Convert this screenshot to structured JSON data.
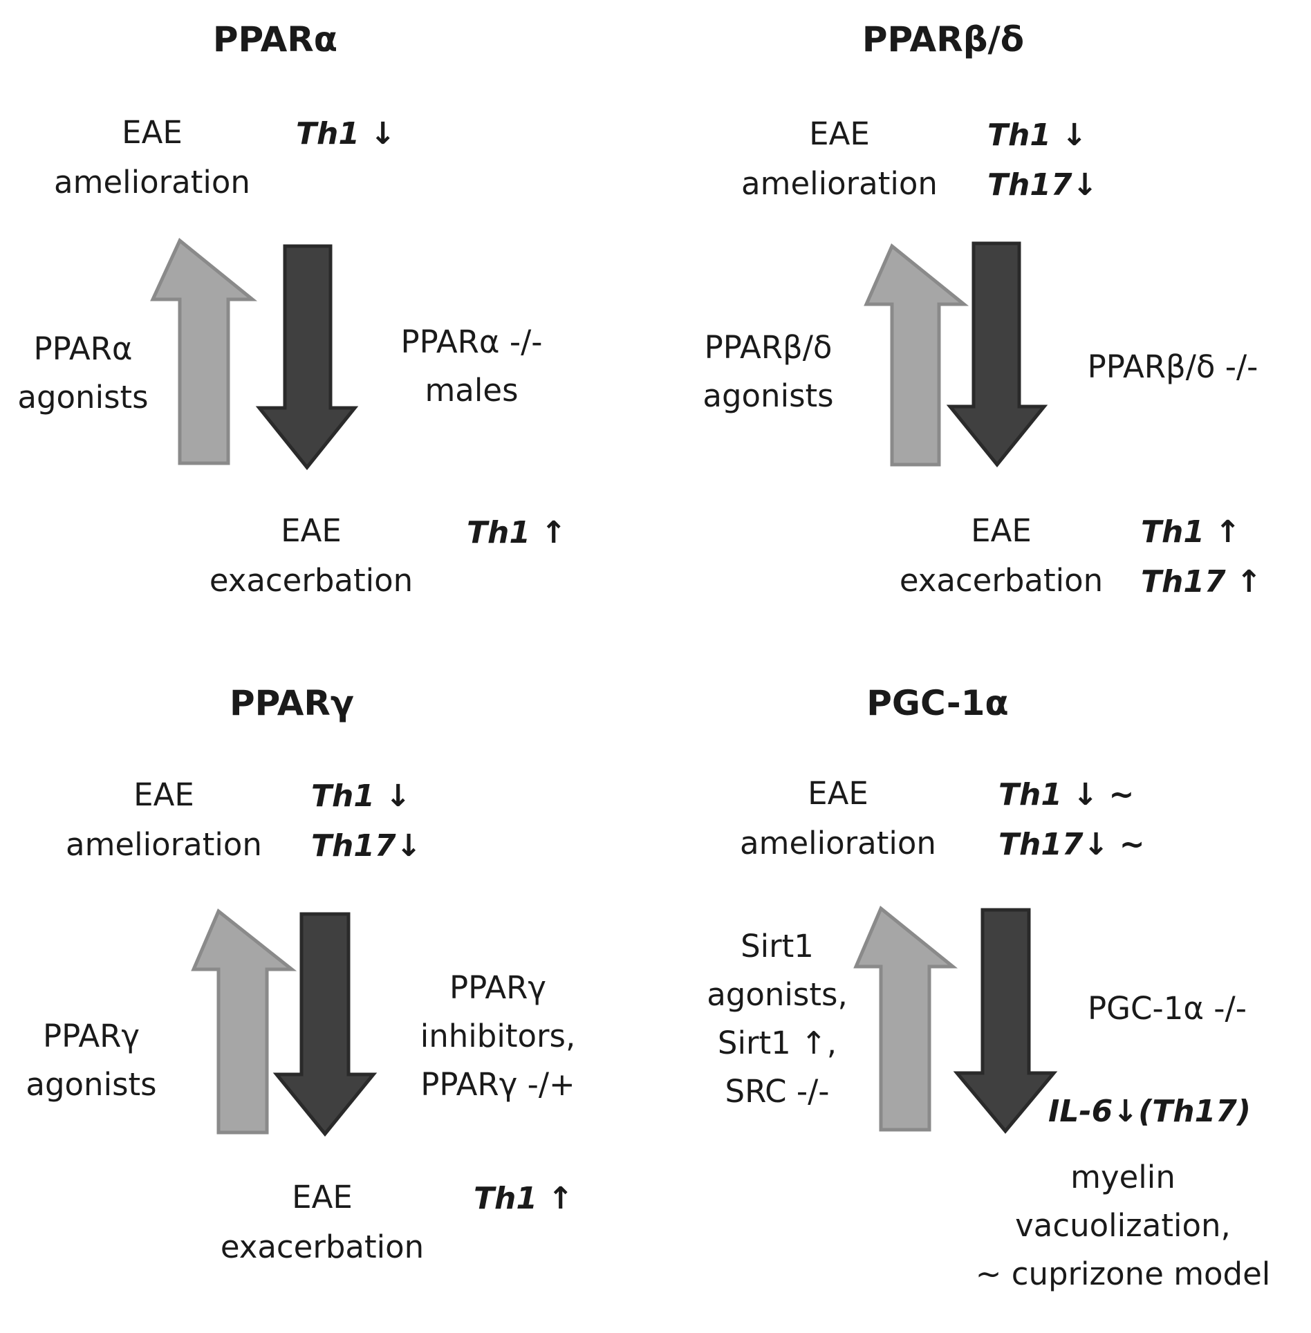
{
  "colors": {
    "up_arrow_fill": "#a6a6a6",
    "up_arrow_stroke": "#8a8a8a",
    "down_arrow_fill": "#404040",
    "down_arrow_stroke": "#2a2a2a",
    "text": "#1a1a1a"
  },
  "panels": [
    {
      "title": "PPARα",
      "top_state": [
        "EAE",
        "amelioration"
      ],
      "top_markers": [
        "Th1 ↓"
      ],
      "left_label": [
        "PPARα",
        "agonists"
      ],
      "right_label": [
        "PPARα -/-",
        "males"
      ],
      "bottom_state": [
        "EAE",
        "exacerbation"
      ],
      "bottom_markers": [
        "Th1 ↑"
      ]
    },
    {
      "title": "PPARβ/δ",
      "top_state": [
        "EAE",
        "amelioration"
      ],
      "top_markers": [
        "Th1 ↓",
        "Th17↓"
      ],
      "left_label": [
        "PPARβ/δ",
        "agonists"
      ],
      "right_label": [
        "PPARβ/δ -/-"
      ],
      "bottom_state": [
        "EAE",
        "exacerbation"
      ],
      "bottom_markers": [
        "Th1 ↑",
        "Th17 ↑"
      ]
    },
    {
      "title": "PPARγ",
      "top_state": [
        "EAE",
        "amelioration"
      ],
      "top_markers": [
        "Th1 ↓",
        "Th17↓"
      ],
      "left_label": [
        "PPARγ",
        "agonists"
      ],
      "right_label": [
        "PPARγ",
        "inhibitors,",
        "PPARγ -/+"
      ],
      "bottom_state": [
        "EAE",
        "exacerbation"
      ],
      "bottom_markers": [
        "Th1 ↑"
      ]
    },
    {
      "title": "PGC-1α",
      "top_state": [
        "EAE",
        "amelioration"
      ],
      "top_markers": [
        "Th1 ↓ ~",
        "Th17↓ ~"
      ],
      "left_label": [
        "Sirt1",
        "agonists,",
        "Sirt1 ↑,",
        "SRC -/-"
      ],
      "right_label": [
        "PGC-1α -/-"
      ],
      "bottom_markers": [
        "IL-6↓(Th17)"
      ],
      "bottom_state": [
        "myelin",
        "vacuolization,",
        "~ cuprizone model"
      ]
    }
  ]
}
